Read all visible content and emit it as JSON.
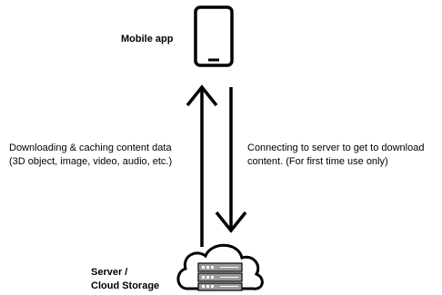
{
  "mobile": {
    "label": "Mobile app",
    "icon": "smartphone-icon"
  },
  "server": {
    "label_line1": "Server /",
    "label_line2": "Cloud Storage",
    "icon": "cloud-server-icon"
  },
  "upward_arrow_text": {
    "line1": "Downloading & caching content data",
    "line2": "(3D object, image, video, audio, etc.)"
  },
  "downward_arrow_text": {
    "line1": "Connecting to server to get to download",
    "line2": "content. (For first time use only)"
  },
  "colors": {
    "stroke": "#000000",
    "server_fill": "#9a9a9a",
    "background": "#ffffff"
  }
}
